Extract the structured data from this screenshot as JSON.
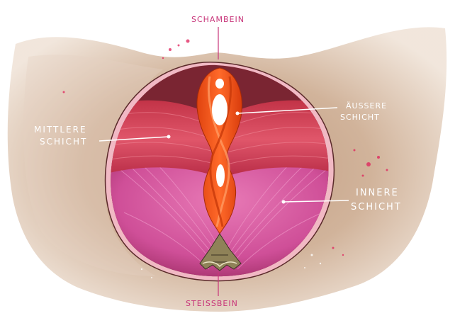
{
  "labels": {
    "schambein": "SCHAMBEIN",
    "steissbein": "STEISSBEIN",
    "mittlere_line1": "MITTLERE",
    "mittlere_line2": "SCHICHT",
    "aeussere_line1": "ÄUSSERE",
    "aeussere_line2": "SCHICHT",
    "innere_line1": "INNERE",
    "innere_line2": "SCHICHT"
  },
  "colors": {
    "skin_wash": "#c9a689",
    "skin_edge": "#e6d2c2",
    "rim": "#f1b9c4",
    "middle_muscle": "#d7475a",
    "inner_muscle": "#cf4f98",
    "outer_muscle": "#f1521a",
    "label_pink": "#c8357a",
    "bone": "#8f8258",
    "spot_red": "#e0205a"
  }
}
